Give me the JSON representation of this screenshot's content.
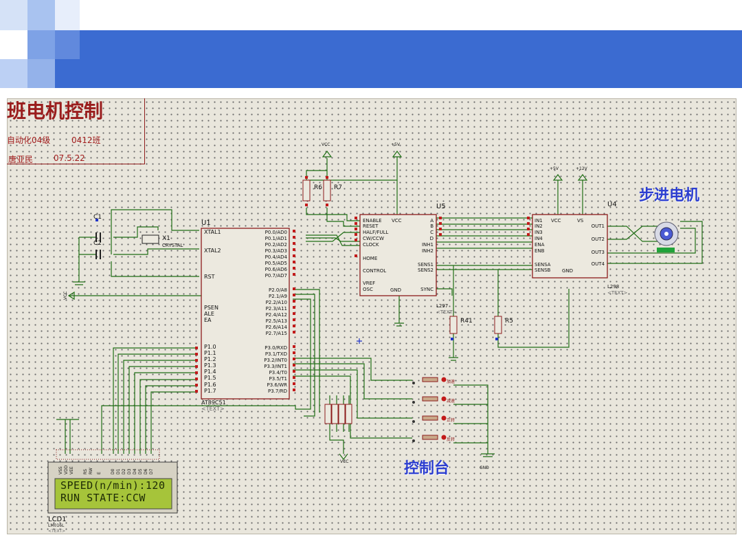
{
  "title_block": {
    "title": "班电机控制",
    "class_line_a": "自动化04级",
    "class_line_b": "0412班",
    "author": "唐亚民",
    "date": "07.5.22"
  },
  "labels": {
    "motor_heading": "步进电机",
    "console_heading": "控制台"
  },
  "lcd": {
    "line1": "SPEED(n/min):120",
    "line2": "RUN STATE:CCW",
    "ref": "LCD1",
    "model": "LM016L",
    "pins": [
      "VSS",
      "VDD",
      "VEE",
      "RS",
      "RW",
      "E",
      "D0",
      "D1",
      "D2",
      "D3",
      "D4",
      "D5",
      "D6",
      "D7"
    ]
  },
  "components": {
    "mcu": {
      "ref": "U1",
      "model": "AT89C51",
      "left_pins": [
        "XTAL1",
        "XTAL2",
        "RST",
        "PSEN",
        "ALE",
        "EA",
        "P1.0",
        "P1.1",
        "P1.2",
        "P1.3",
        "P1.4",
        "P1.5",
        "P1.6",
        "P1.7"
      ],
      "right_pins": [
        "P0.0/AD0",
        "P0.1/AD1",
        "P0.2/AD2",
        "P0.3/AD3",
        "P0.4/AD4",
        "P0.5/AD5",
        "P0.6/AD6",
        "P0.7/AD7",
        "P2.0/A8",
        "P2.1/A9",
        "P2.2/A10",
        "P2.3/A11",
        "P2.4/A12",
        "P2.5/A13",
        "P2.6/A14",
        "P2.7/A15",
        "P3.0/RXD",
        "P3.1/TXD",
        "P3.2/INT0",
        "P3.3/INT1",
        "P3.4/T0",
        "P3.5/T1",
        "P3.6/WR",
        "P3.7/RD"
      ]
    },
    "u5": {
      "ref": "U5",
      "model": "L297",
      "left_pins": [
        "ENABLE",
        "RESET",
        "HALF/FULL",
        "CW/CCW",
        "CLOCK",
        "HOME",
        "CONTROL",
        "VREF",
        "OSC"
      ],
      "right_pins": [
        "A",
        "B",
        "C",
        "D",
        "INH1",
        "INH2",
        "SENS1",
        "SENS2",
        "SYNC"
      ],
      "top": "VCC",
      "bottom": "GND"
    },
    "u4": {
      "ref": "U4",
      "model": "L298",
      "left_pins": [
        "IN1",
        "IN2",
        "IN3",
        "IN4",
        "ENA",
        "ENB",
        "SENSA",
        "SENSB"
      ],
      "right_pins": [
        "OUT1",
        "OUT2",
        "OUT3",
        "OUT4"
      ],
      "top_left": "VCC",
      "top_right": "VS",
      "bottom": "GND"
    },
    "x1": {
      "ref": "X1",
      "model": "CRYSTAL"
    },
    "c1": "C1",
    "c2": "C2",
    "r6": "R6",
    "r7": "R7",
    "r41": "R41",
    "r5": "R5",
    "power": {
      "vcc": "VCC",
      "p5v": "+5V",
      "p12v": "+12V",
      "gnd": "GND"
    },
    "switches": [
      "加速",
      "减速",
      "正转",
      "反转"
    ],
    "text_tag": "<TEXT>"
  }
}
